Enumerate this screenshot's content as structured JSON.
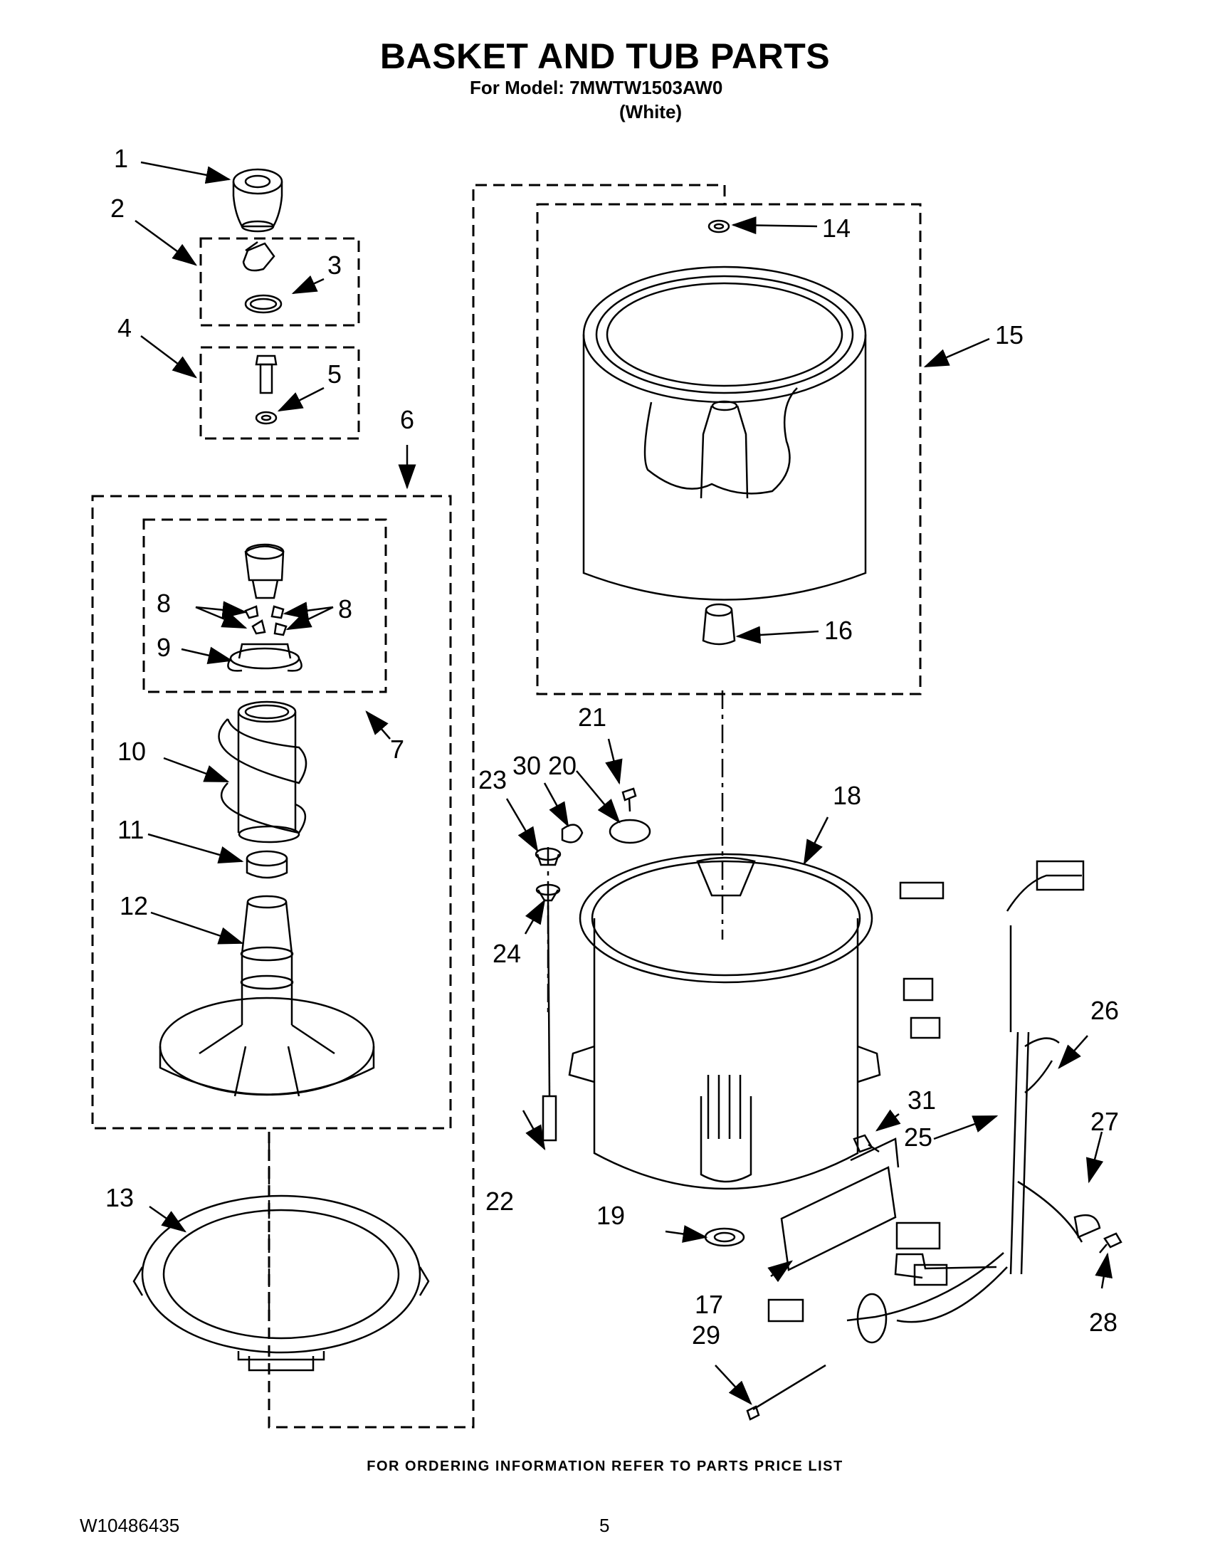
{
  "header": {
    "title": "BASKET AND TUB PARTS",
    "model_line": "For Model: 7MWTW1503AW0",
    "color_line": "(White)"
  },
  "callouts": [
    "1",
    "2",
    "3",
    "4",
    "5",
    "6",
    "7",
    "8",
    "8",
    "9",
    "10",
    "11",
    "12",
    "13",
    "14",
    "15",
    "16",
    "17",
    "18",
    "19",
    "20",
    "21",
    "22",
    "23",
    "24",
    "25",
    "26",
    "27",
    "28",
    "29",
    "30",
    "31"
  ],
  "footer": {
    "ordering_note": "FOR ORDERING INFORMATION REFER TO PARTS PRICE LIST",
    "document_number": "W10486435",
    "page_number": "5"
  }
}
